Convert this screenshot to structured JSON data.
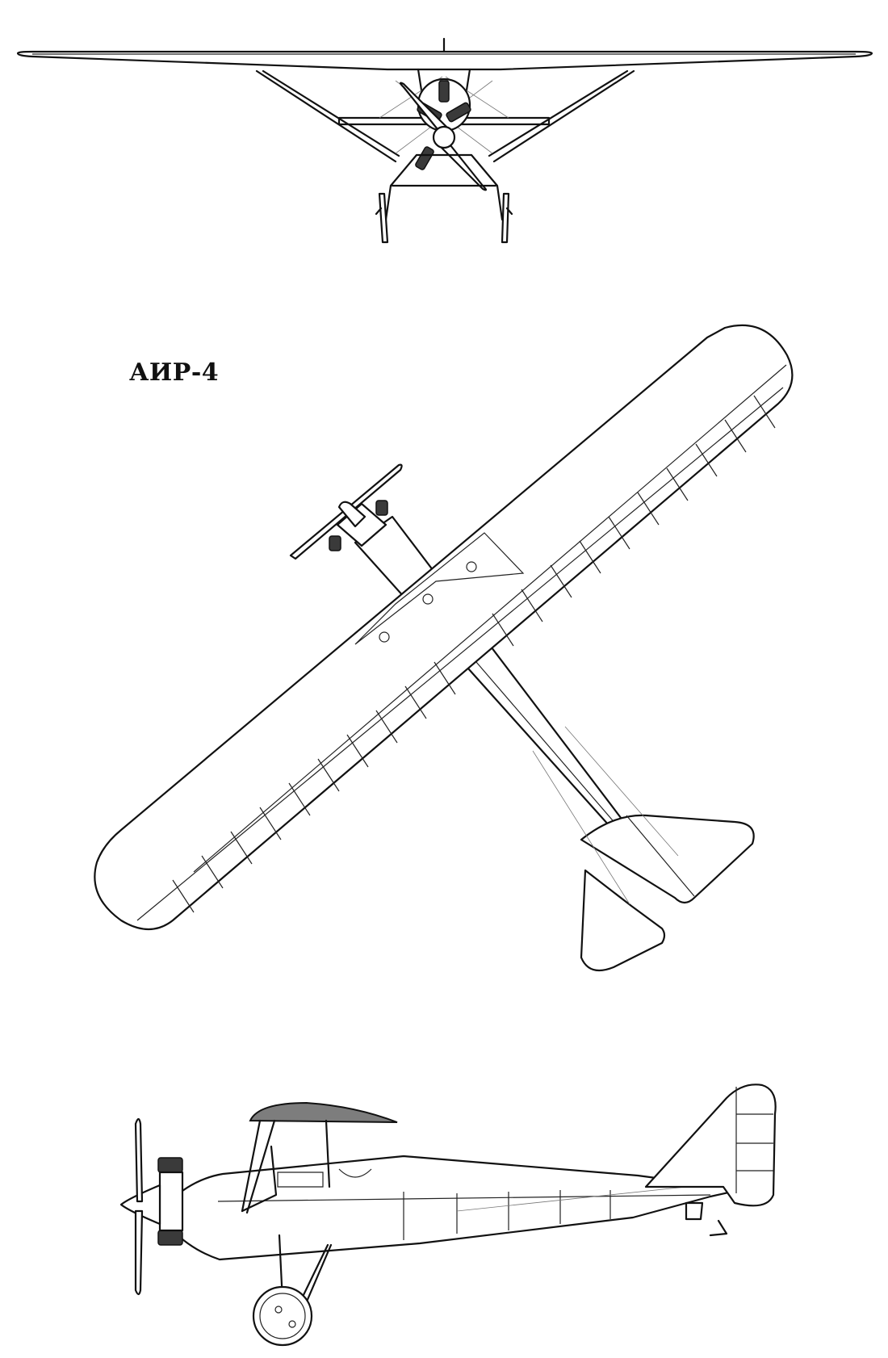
{
  "title": "АИР-4",
  "colors": {
    "ink": "#111111",
    "background": "#ffffff",
    "wing_shading": "#7d7d7d"
  },
  "views": [
    "front-view",
    "top-view",
    "side-view"
  ]
}
